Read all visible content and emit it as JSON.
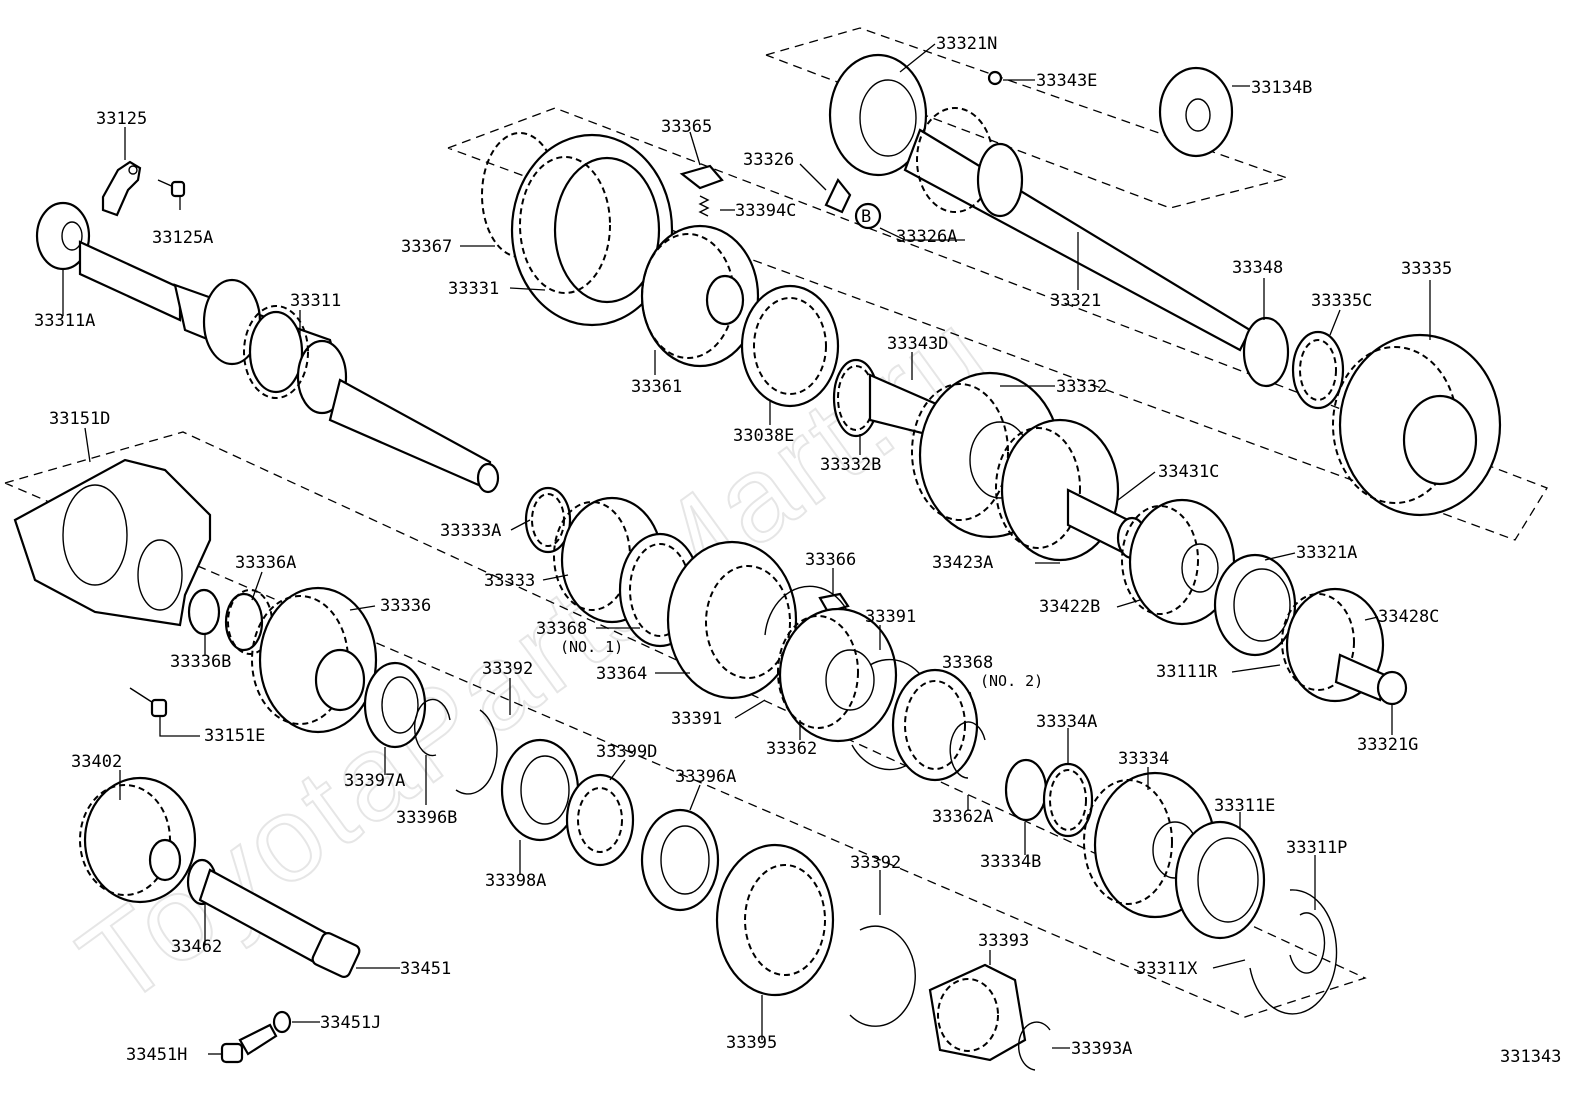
{
  "diagram": {
    "watermark": "ToyotaPartsMart.ru",
    "figure_number": "331343",
    "callouts": {
      "p33125": "33125",
      "p33125A": "33125A",
      "p33311A": "33311A",
      "p33311": "33311",
      "p33151D": "33151D",
      "p33336A": "33336A",
      "p33336": "33336",
      "p33336B": "33336B",
      "p33151E": "33151E",
      "p33397A": "33397A",
      "p33396B": "33396B",
      "p33392a": "33392",
      "p33398A": "33398A",
      "p33399D": "33399D",
      "p33396A": "33396A",
      "p33402": "33402",
      "p33462": "33462",
      "p33451": "33451",
      "p33451J": "33451J",
      "p33451H": "33451H",
      "p33395": "33395",
      "p33392b": "33392",
      "p33393": "33393",
      "p33393A": "33393A",
      "p33365": "33365",
      "p33394C": "33394C",
      "p33326": "33326",
      "p33326A": "33326A",
      "p33367": "33367",
      "p33331": "33331",
      "p33361": "33361",
      "p33038E": "33038E",
      "p33343D": "33343D",
      "p33332": "33332",
      "p33332B": "33332B",
      "p33321N": "33321N",
      "p33343E": "33343E",
      "p33134B": "33134B",
      "p33321": "33321",
      "p33348": "33348",
      "p33335": "33335",
      "p33335C": "33335C",
      "p33431C": "33431C",
      "p33423A": "33423A",
      "p33321A": "33321A",
      "p33422B": "33422B",
      "p33428C": "33428C",
      "p33111R": "33111R",
      "p33321G": "33321G",
      "p33333A": "33333A",
      "p33333": "33333",
      "p33368a": "33368",
      "p33368a_no": "(NO. 1)",
      "p33364": "33364",
      "p33366": "33366",
      "p33391a": "33391",
      "p33391b": "33391",
      "p33362": "33362",
      "p33368b": "33368",
      "p33368b_no": "(NO. 2)",
      "p33362A": "33362A",
      "p33334A": "33334A",
      "p33334": "33334",
      "p33334B": "33334B",
      "p33311E": "33311E",
      "p33311P": "33311P",
      "p33311X": "33311X",
      "marker_b": "B"
    }
  }
}
